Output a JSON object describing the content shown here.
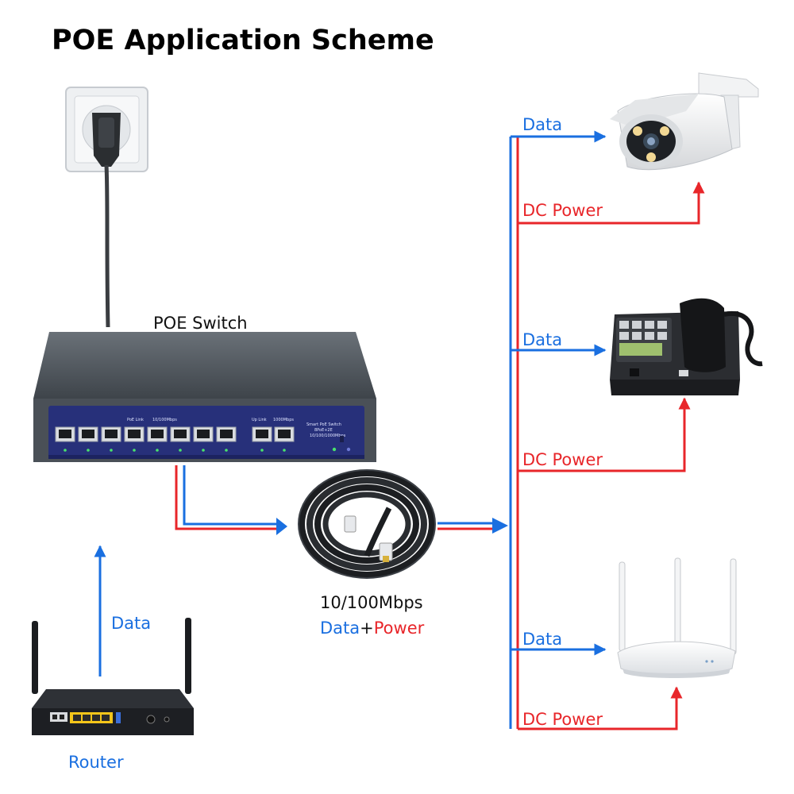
{
  "title": "POE Application Scheme",
  "labels": {
    "poe_switch": "POE Switch",
    "router": "Router",
    "data": "Data",
    "dc_power": "DC Power",
    "speed": "10/100Mbps",
    "combo_data": "Data",
    "combo_plus": "+",
    "combo_power": "Power"
  },
  "switch_panel": {
    "poe_link": "PoE Link",
    "speed_100": "10/100Mbps",
    "up_link": "Up Link",
    "speed_1000": "1000Mbps",
    "brand": "Smart PoE Switch",
    "model": "8PoE+2E",
    "spec": "10/100/1000Mbps"
  },
  "colors": {
    "data": "#1a6fe0",
    "power": "#e8262a",
    "switch_body": "#4e555c",
    "switch_panel": "#27307a"
  },
  "devices": [
    "ip-camera",
    "ip-phone",
    "wireless-ap"
  ]
}
